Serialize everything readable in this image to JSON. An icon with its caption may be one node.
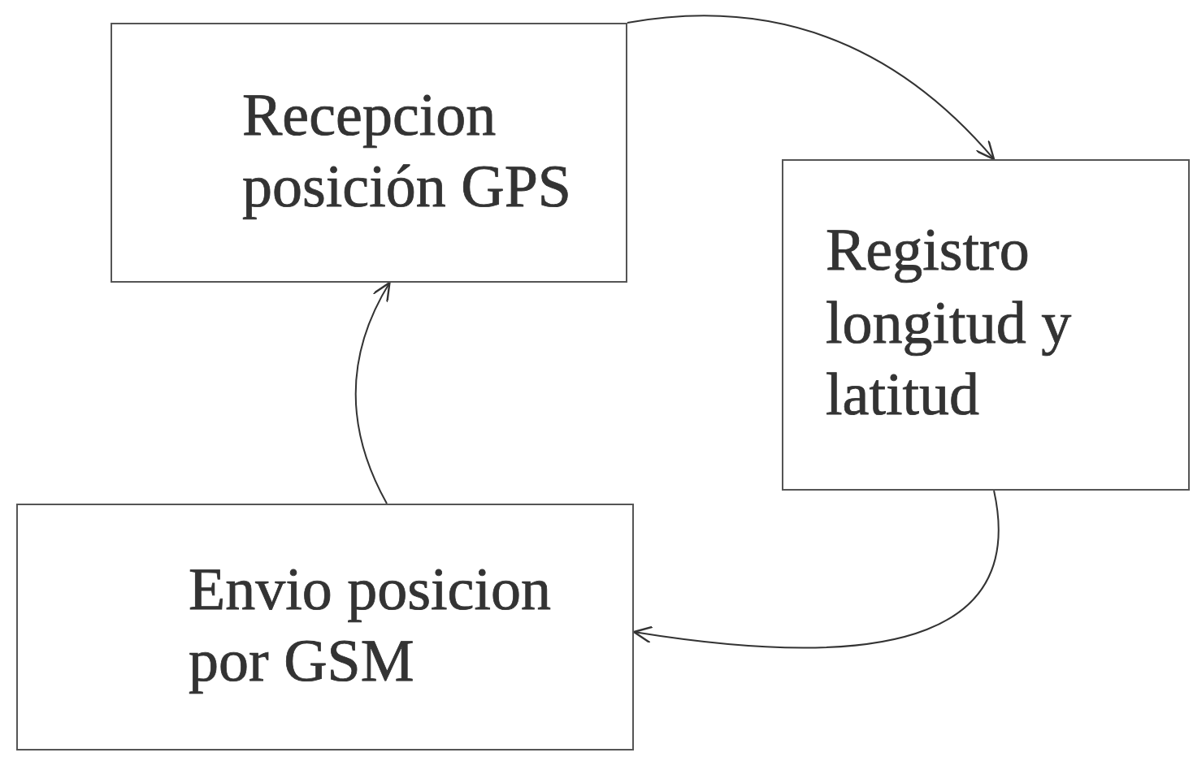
{
  "diagram": {
    "nodes": [
      {
        "text": [
          "Recepcion posición GPS"
        ]
      },
      {
        "text": [
          "Registro longitud y latitud"
        ]
      },
      {
        "text": [
          "Envio posicion por GSM"
        ]
      }
    ],
    "edges": [
      {
        "from": 0,
        "to": 1,
        "arrow": "to"
      },
      {
        "from": 1,
        "to": 2,
        "arrow": "to"
      },
      {
        "from": 2,
        "to": 0,
        "arrow": "to"
      }
    ]
  }
}
